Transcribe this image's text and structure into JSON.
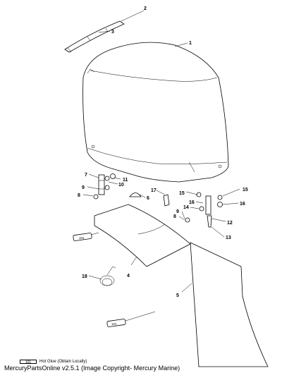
{
  "callouts": {
    "c1": "1",
    "c2": "2",
    "c3": "3",
    "c4": "4",
    "c5": "5",
    "c6": "6",
    "c7": "7",
    "c8a": "8",
    "c8b": "8",
    "c9a": "9",
    "c9b": "9",
    "c10": "10",
    "c11": "11",
    "c12": "12",
    "c13": "13",
    "c14": "14",
    "c15a": "15",
    "c15b": "15",
    "c16a": "16",
    "c16b": "16",
    "c17": "17",
    "c18": "18"
  },
  "tube_label": "101",
  "legend": {
    "code": "101",
    "text": "Hot Glue (Obtain Locally)"
  },
  "caption": "MercuryPartsOnline v2.5.1 (Image Copyright- Mercury Marine)"
}
